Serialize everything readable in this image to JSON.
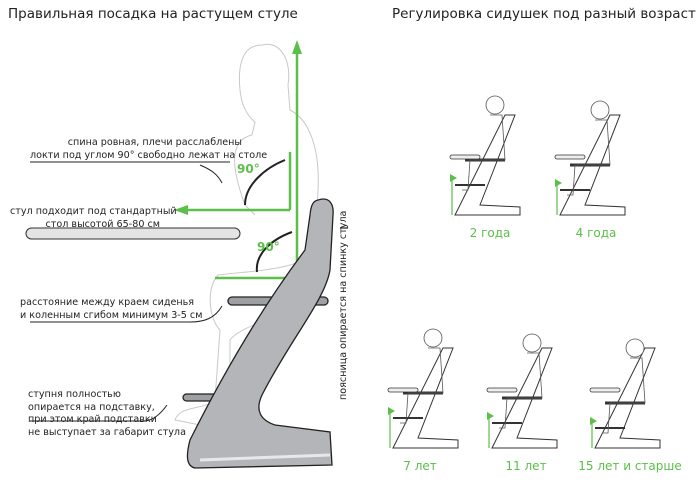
{
  "left_title": "Правильная посадка на растущем стуле",
  "right_title": "Регулировка сидушек под разный возраст",
  "annotations": {
    "back": [
      "спина ровная, плечи расслаблены",
      "локти под углом 90° свободно лежат на столе"
    ],
    "table": [
      "стул подходит под стандартный",
      "стол высотой 65-80 см"
    ],
    "knee": [
      "расстояние между краем сиденья",
      "и коленным сгибом минимум 3-5 см"
    ],
    "foot": [
      "ступня полностью",
      "опирается на подставку,",
      "при этом край подставки",
      "не выступает за габарит стула"
    ],
    "lumbar": "поясница опирается на спинку стула"
  },
  "angle_labels": [
    "90°",
    "90°"
  ],
  "ages": [
    "2 года",
    "4 года",
    "7 лет",
    "11 лет",
    "15 лет и старше"
  ],
  "colors": {
    "accent": "#5cbf4a",
    "chair": "#a9abae",
    "text": "#222222"
  }
}
